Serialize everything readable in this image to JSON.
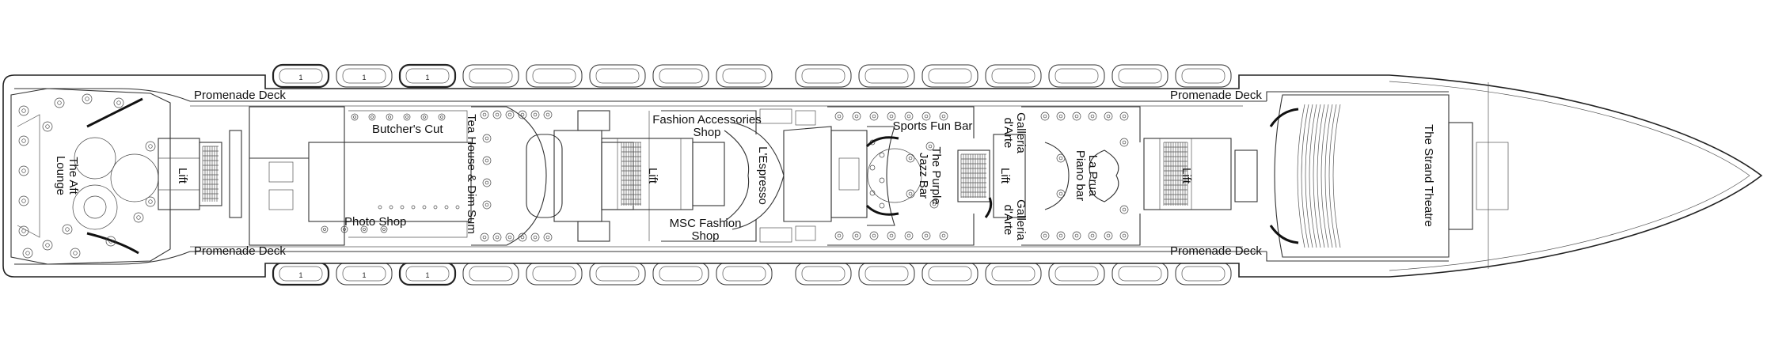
{
  "deck": {
    "venues": {
      "promenade_top_left": "Promenade Deck",
      "promenade_bottom_left": "Promenade Deck",
      "promenade_top_right": "Promenade Deck",
      "promenade_bottom_right": "Promenade Deck",
      "aft_lounge_1": "The Aft",
      "aft_lounge_2": "Lounge",
      "lift_1": "Lift",
      "butchers_cut": "Butcher's Cut",
      "photo_shop": "Photo Shop",
      "tea_house": "Tea House & Dim Sum",
      "lift_2": "Lift",
      "fashion_accessories_1": "Fashion Accessories",
      "fashion_accessories_2": "Shop",
      "msc_fashion_1": "MSC Fashion",
      "msc_fashion_2": "Shop",
      "espresso": "L'Espresso",
      "sports_fun_bar": "Sports Fun Bar",
      "purple_jazz_1": "The Purple",
      "purple_jazz_2": "Jazz Bar",
      "galleria_top_1": "Galleria",
      "galleria_top_2": "d'Arte",
      "lift_3": "Lift",
      "galleria_bottom_1": "Galleria",
      "galleria_bottom_2": "d'Arte",
      "la_prua_1": "La Prua",
      "la_prua_2": "Piano bar",
      "lift_4": "Lift",
      "strand_theatre": "The Strand Theatre"
    },
    "boat_marker": "1"
  }
}
